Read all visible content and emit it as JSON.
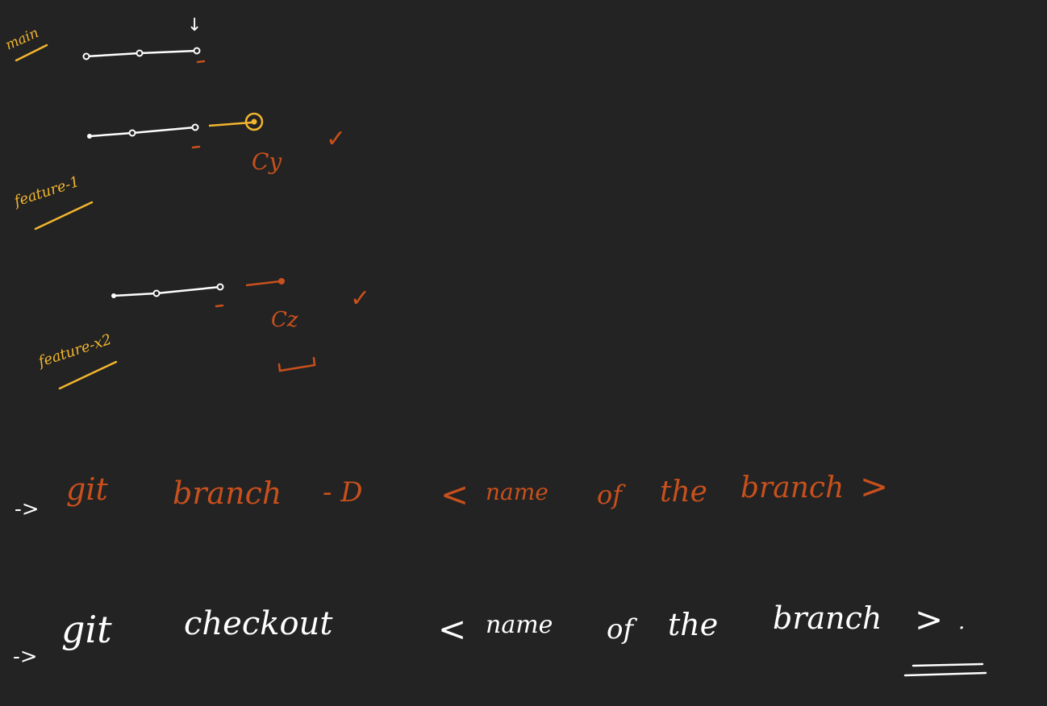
{
  "colors": {
    "background": "#232323",
    "white": "#ffffff",
    "yellow": "#f2b52e",
    "orange": "#c8501c"
  },
  "branches": {
    "main": "main",
    "feature1": "feature-1",
    "feature2": "feature-x2"
  },
  "commits": {
    "cy": "Cy",
    "cz": "Cz"
  },
  "commands": {
    "delete": {
      "arrow": "->",
      "git": "git",
      "branch": "branch",
      "flag": "- D",
      "lt": "<",
      "name": "name",
      "of": "of",
      "the": "the",
      "br": "branch",
      "gt": ">"
    },
    "checkout": {
      "arrow": "->",
      "git": "git",
      "cmd": "checkout",
      "lt": "<",
      "name": "name",
      "of": "of",
      "the": "the",
      "br": "branch",
      "gt": ">",
      "dot": "."
    }
  },
  "marks": {
    "pointer": "↓",
    "check": "✓"
  }
}
